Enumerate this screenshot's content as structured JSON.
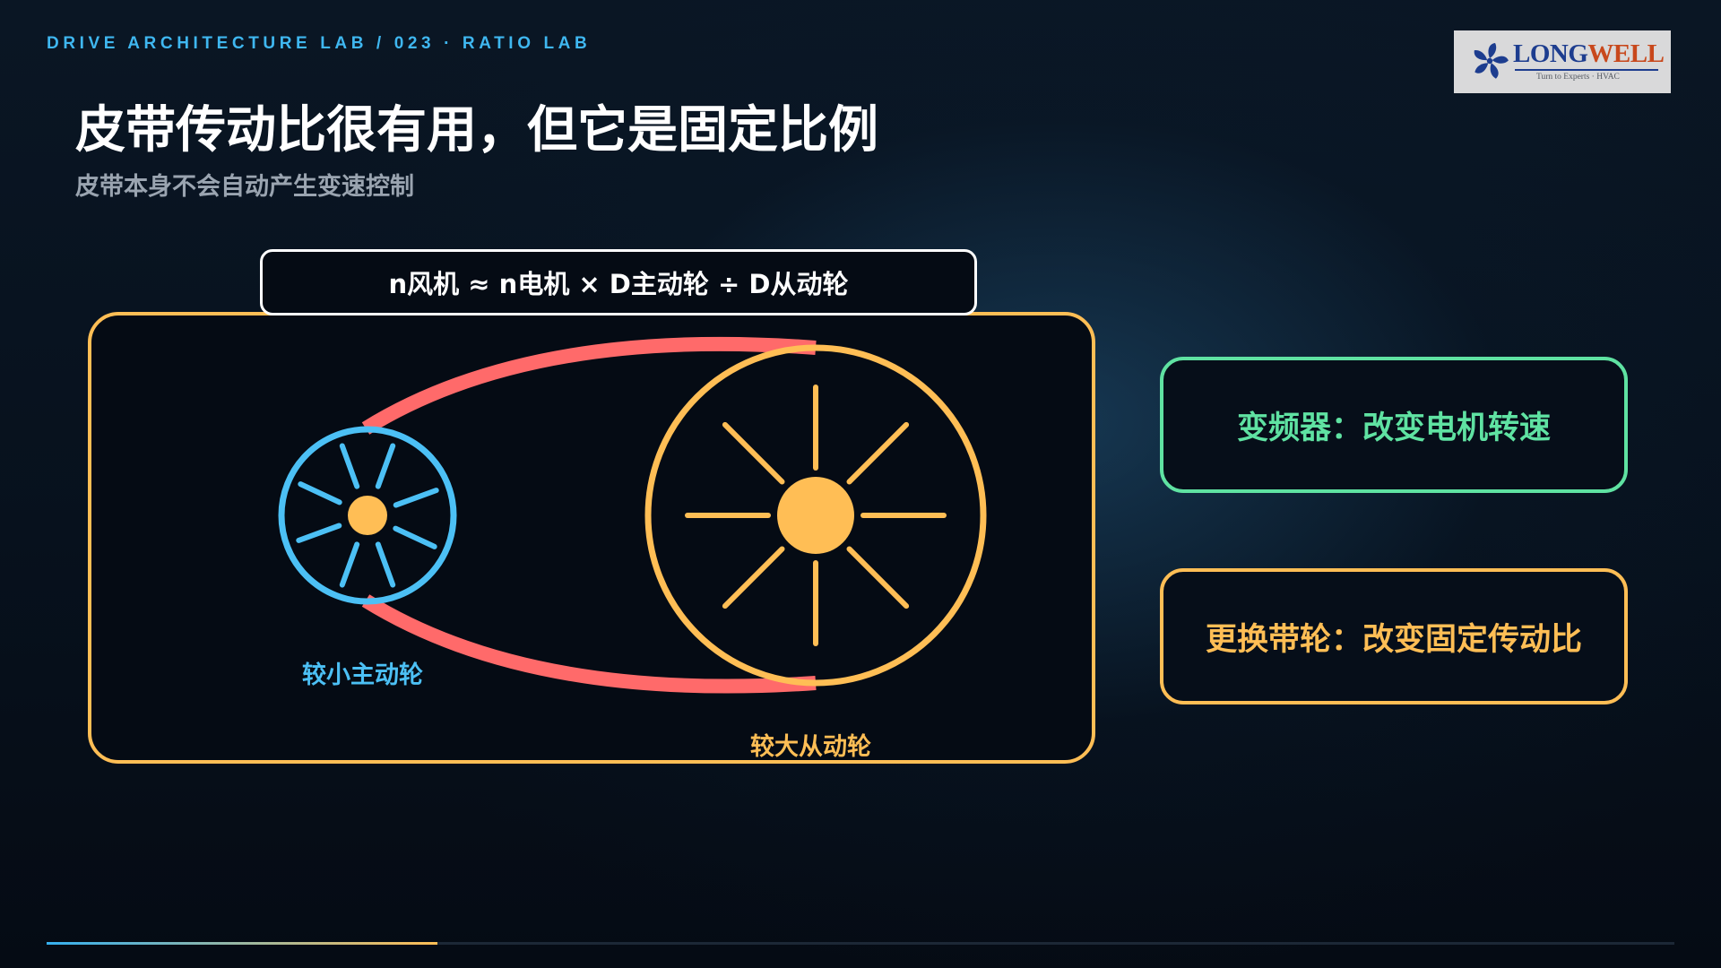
{
  "header": {
    "eyebrow": "DRIVE ARCHITECTURE LAB / 023 · RATIO LAB",
    "title": "皮带传动比很有用，但它是固定比例",
    "subtitle": "皮带本身不会自动产生变速控制"
  },
  "logo": {
    "text_part1": "LONG",
    "text_part2": "WELL",
    "tagline": "Turn to Experts · HVAC",
    "icon": "fan-logo-icon"
  },
  "diagram": {
    "formula": "n风机 ≈ n电机 × D主动轮 ÷ D从动轮",
    "small_pulley_label": "较小主动轮",
    "large_pulley_label": "较大从动轮",
    "colors": {
      "belt": "#ff6a6a",
      "small_pulley": "#4cc0f5",
      "large_pulley": "#ffbe55",
      "hub": "#ffbe55"
    }
  },
  "cards": [
    {
      "text": "变频器：改变电机转速",
      "color": "#5fe2a2"
    },
    {
      "text": "更换带轮：改变固定传动比",
      "color": "#ffbe55"
    }
  ],
  "progress": {
    "value": 0.24
  }
}
